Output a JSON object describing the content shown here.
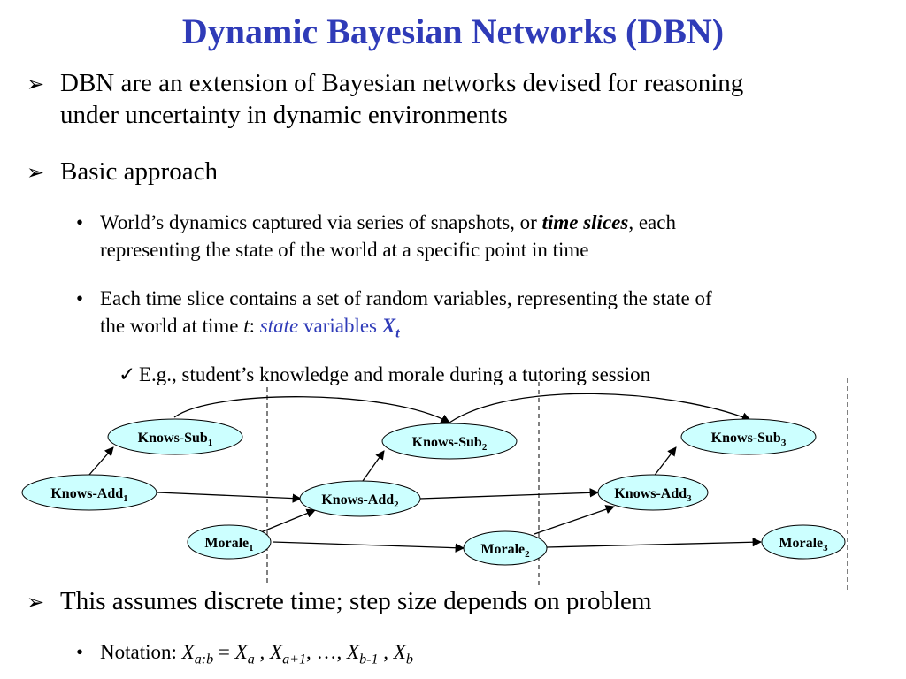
{
  "title": "Dynamic Bayesian Networks (DBN)",
  "colors": {
    "title": "#2f3bb8",
    "node_fill": "#ccffff",
    "highlight": "#2f3bb8"
  },
  "bullet1": {
    "line1": "DBN are an extension of Bayesian networks devised for reasoning",
    "line2": "under uncertainty in dynamic environments"
  },
  "bullet2": {
    "text": "Basic approach"
  },
  "sub1": {
    "pre": "World’s dynamics captured via  series of snapshots, or ",
    "emph": "time slices",
    "post": ",  each",
    "line2": "representing  the state of the world at a specific point in time"
  },
  "sub2": {
    "line1": "Each time slice contains a set of random variables, representing the state of",
    "line2_pre": "the world at time ",
    "t": "t",
    "colon": ": ",
    "state": "state",
    "variables": " variables ",
    "X": "X",
    "Xsub": "t"
  },
  "check": {
    "text": "E.g., student’s knowledge and morale during a tutoring session"
  },
  "diagram": {
    "nodes": [
      {
        "base": "Knows-Sub",
        "sub": "1"
      },
      {
        "base": "Knows-Add",
        "sub": "1"
      },
      {
        "base": "Morale",
        "sub": "1"
      },
      {
        "base": "Knows-Sub",
        "sub": "2"
      },
      {
        "base": "Knows-Add",
        "sub": "2"
      },
      {
        "base": "Morale",
        "sub": "2"
      },
      {
        "base": "Knows-Sub",
        "sub": "3"
      },
      {
        "base": "Knows-Add",
        "sub": "3"
      },
      {
        "base": "Morale",
        "sub": "3"
      }
    ]
  },
  "bullet3": {
    "text": "This assumes discrete time; step size depends on problem"
  },
  "notation": {
    "label": "Notation: ",
    "X": "X",
    "ab": "a:b",
    "eq": " = ",
    "a": "a",
    "comma": " , ",
    "a1": "a+1",
    "dots": ", …, ",
    "b1": "b-1",
    "b": "b"
  }
}
